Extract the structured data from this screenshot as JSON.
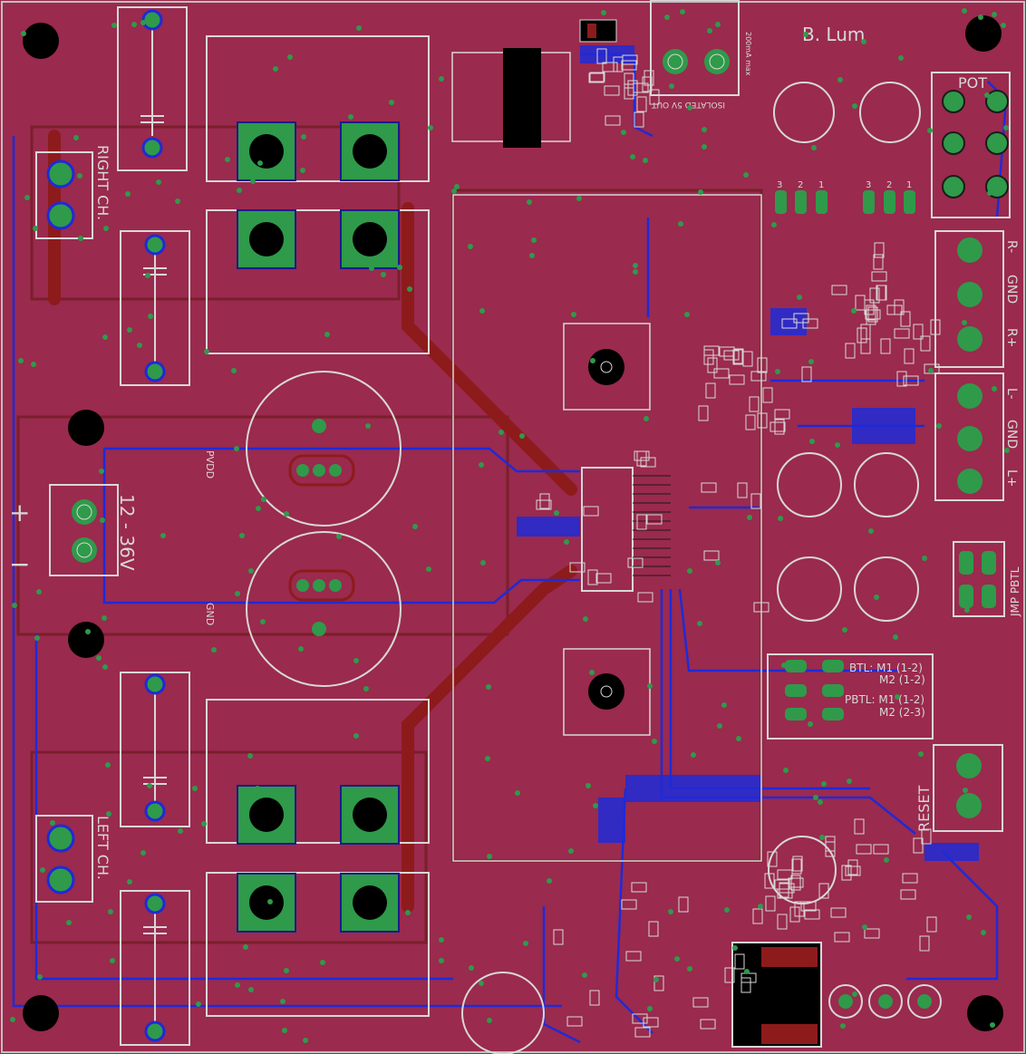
{
  "board": {
    "author": "B. Lum",
    "colors": {
      "pcb": "#9a2a4e",
      "pour_dark": "#7f2030",
      "trace_blue": "#1f2ad8",
      "trace_red": "#8e1b1b",
      "pad_green": "#2f9a4a",
      "silkscreen": "#d8d8d8",
      "hole": "#000000"
    }
  },
  "labels": {
    "right_ch": "RIGHT CH.",
    "left_ch": "LEFT CH.",
    "supply": "12 - 36V",
    "pot": "POT",
    "reset": "RESET",
    "jmp_pbtl": "JMP PBTL",
    "isolated_out": "ISOLATED 5V OUT",
    "max_current": "200mA max",
    "pvdd": "PVDD",
    "gnd": "GND",
    "plus": "+",
    "minus": "−",
    "btl_m1": "BTL:  M1 (1-2)",
    "btl_m2": "M2 (1-2)",
    "pbtl_m1": "PBTL: M1 (1-2)",
    "pbtl_m2": "M2 (2-3)",
    "terminal_right": [
      "R-",
      "GND",
      "R+"
    ],
    "terminal_left": [
      "L-",
      "GND",
      "L+"
    ],
    "pin_321": [
      "3",
      "2",
      "1"
    ],
    "pin_123": [
      "1",
      "2",
      "3"
    ]
  }
}
